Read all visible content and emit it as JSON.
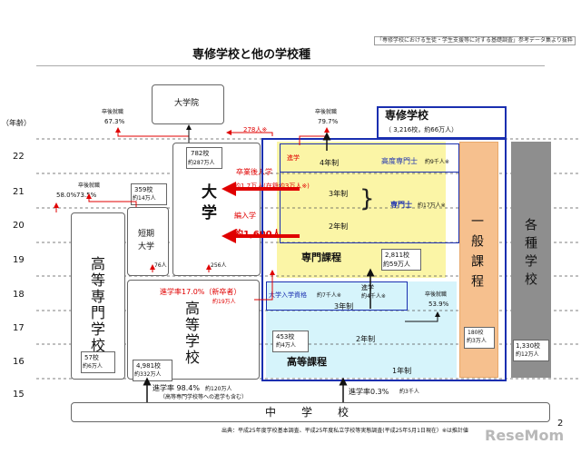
{
  "header": {
    "title": "専修学校と他の学校種",
    "source_note": "「専修学校における生徒・学生支援等に対する基礎調査」参考データ集より抜粋"
  },
  "age_axis": {
    "label": "（年齢）",
    "ages": [
      "22",
      "21",
      "20",
      "19",
      "18",
      "17",
      "16",
      "15"
    ]
  },
  "grad_school": {
    "label": "大学院"
  },
  "university": {
    "label": "大学",
    "count": "782校",
    "students": "約287万人",
    "employment_label": "卒後就職",
    "employment_rate": "67.3%",
    "transfer_grad": "278人※",
    "post_grad_admission": "卒業後入学",
    "enrolled_transfer": "約1.7万人(在籍約3万人※)",
    "transfer_in": "編入学",
    "transfer_flow": "約1,600人",
    "from_junior": "256人"
  },
  "junior_college": {
    "label": "短期大学",
    "count": "359校",
    "students": "約14万人",
    "employment_label": "卒後就職",
    "employment_rate": "73.5%",
    "transfer": "76人"
  },
  "tech_college": {
    "label": "高等専門学校",
    "employment_rate": "58.0%",
    "count": "57校",
    "students": "約6万人"
  },
  "high_school": {
    "label": "高等学校",
    "count": "4,981校",
    "students": "約332万人",
    "to_senmon": "進学率17.0%（新卒者）",
    "to_senmon_count": "約19万人",
    "advance_rate": "進学率 98.4%",
    "advance_count": "約120万人",
    "advance_note": "（高等専門学校等への進学も含む）"
  },
  "senshu": {
    "label": "専修学校",
    "summary": "（ 3,216校，約66万人）",
    "employment_label": "卒後就職",
    "employment_rate": "79.7%",
    "advance_label": "進学",
    "four_year": "4年制",
    "advanced_specialist": "高度専門士",
    "advanced_specialist_count": "約9千人※",
    "three_year": "3年制",
    "specialist": "専門士",
    "specialist_count": "約17万人※",
    "two_year": "2年制",
    "senmon_label": "専門課程",
    "senmon_count": "2,811校",
    "senmon_students": "約59万人",
    "univ_qualification": "大学入学資格",
    "univ_qualification_count": "約7千人※",
    "koutou_advance": "進学",
    "koutou_advance_count": "約4千人※",
    "koutou_three_year": "3年制",
    "koutou_employment_label": "卒後就職",
    "koutou_employment_rate": "53.9%",
    "koutou_count": "453校",
    "koutou_students": "約4万人",
    "koutou_two_year": "2年制",
    "koutou_label": "高等課程",
    "koutou_one_year": "1年制",
    "general_label": "一般課程",
    "general_count": "180校",
    "general_students": "約3万人",
    "advance_rate_ms": "進学率0.3%",
    "advance_count_ms": "約3千人"
  },
  "misc_school": {
    "label": "各種学校",
    "count": "1,330校",
    "students": "約12万人"
  },
  "middle_school": {
    "label": "中学校"
  },
  "footer": {
    "source": "出典：平成25年度学校基本調査、平成25年度私立学校等実態調査(平成25年5月1日現在）※は推計値",
    "page": "2",
    "watermark": "ReseMom"
  },
  "colors": {
    "red": "#e00000",
    "blue": "#1a2fb0",
    "yellow": "#fbf5a6",
    "cyan": "#d6f4fb",
    "orange": "#f6c08e",
    "gray": "#8e8e8e"
  }
}
